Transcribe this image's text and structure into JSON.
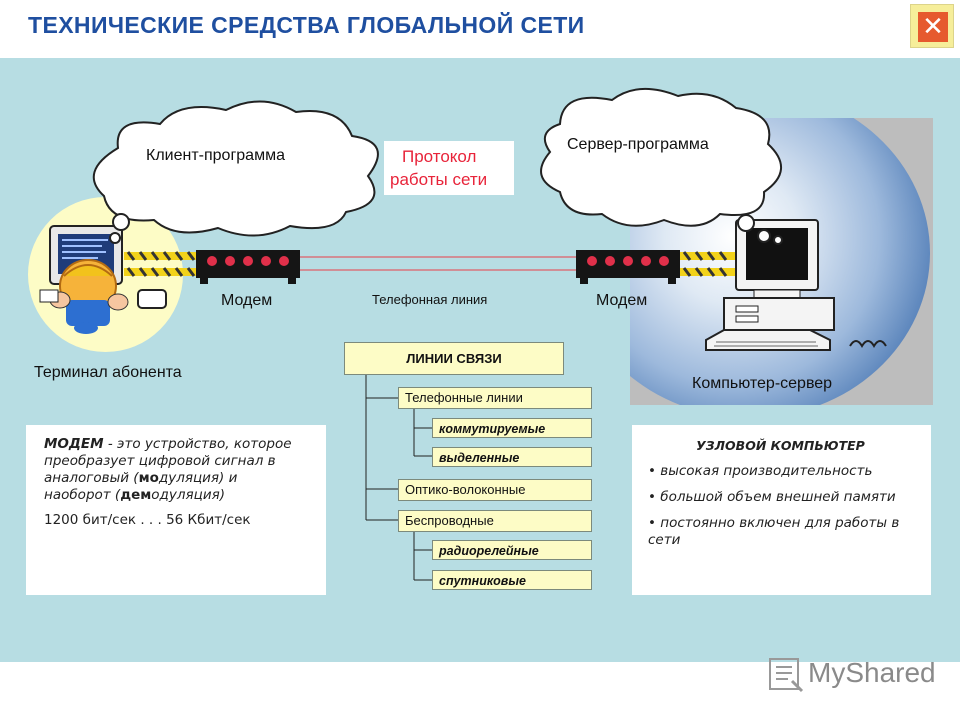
{
  "header": {
    "title": "ТЕХНИЧЕСКИЕ СРЕДСТВА ГЛОБАЛЬНОЙ СЕТИ",
    "close_glyph": "✕"
  },
  "network": {
    "client_program": "Клиент-программа",
    "server_program": "Сервер-программа",
    "protocol_line1": "Протокол",
    "protocol_line2": "работы сети",
    "modem_left": "Модем",
    "modem_right": "Модем",
    "phone_line": "Телефонная линия",
    "terminal_label": "Терминал абонента",
    "server_label": "Компьютер-сервер"
  },
  "modem_box": {
    "term": "МОДЕМ",
    "def_part1": " - это устройство, которое преобразует цифровой сигнал в аналоговый (",
    "mod_bold": "мо",
    "def_part2": "дуляция) и наоборот (",
    "dem_bold": "дем",
    "def_part3": "одуляция)",
    "speed": "1200 бит/сек . . .  56 Кбит/сек"
  },
  "comm_lines": {
    "title": "ЛИНИИ СВЯЗИ",
    "phone": "Телефонные  линии",
    "switched": "коммутируемые",
    "dedicated": "выделенные",
    "fiber": "Оптико-волоконные",
    "wireless": "Беспроводные",
    "radio": "радиорелейные",
    "satellite": "спутниковые"
  },
  "node_box": {
    "title": "УЗЛОВОЙ    КОМПЬЮТЕР",
    "items": [
      "• высокая  производительность",
      "• большой объем внешней памяти",
      "• постоянно включен для работы в сети"
    ]
  },
  "logo": {
    "text": "MyShared"
  },
  "colors": {
    "title": "#1f4fa0",
    "panel": "#b7dde3",
    "protocol": "#e8243a",
    "tree_fill": "#fdfcc6",
    "close": "#e65a2e"
  },
  "icons": [
    "close-icon",
    "cloud-icon",
    "modem-icon",
    "user-at-computer-icon",
    "server-computer-icon",
    "globe-image",
    "myshared-logo-icon"
  ]
}
